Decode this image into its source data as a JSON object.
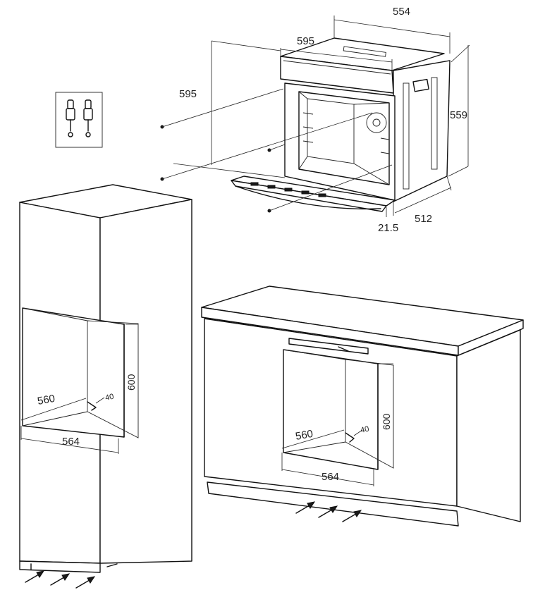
{
  "oven": {
    "width_top": "554",
    "width_front": "595",
    "height_front": "595",
    "height_side": "559",
    "depth": "512",
    "door_offset": "21.5"
  },
  "tall_cabinet": {
    "niche_height": "600",
    "niche_depth": "560",
    "niche_width": "564",
    "vent": "40"
  },
  "base_cabinet": {
    "niche_height": "600",
    "niche_depth": "560",
    "niche_width": "564",
    "vent": "40"
  }
}
